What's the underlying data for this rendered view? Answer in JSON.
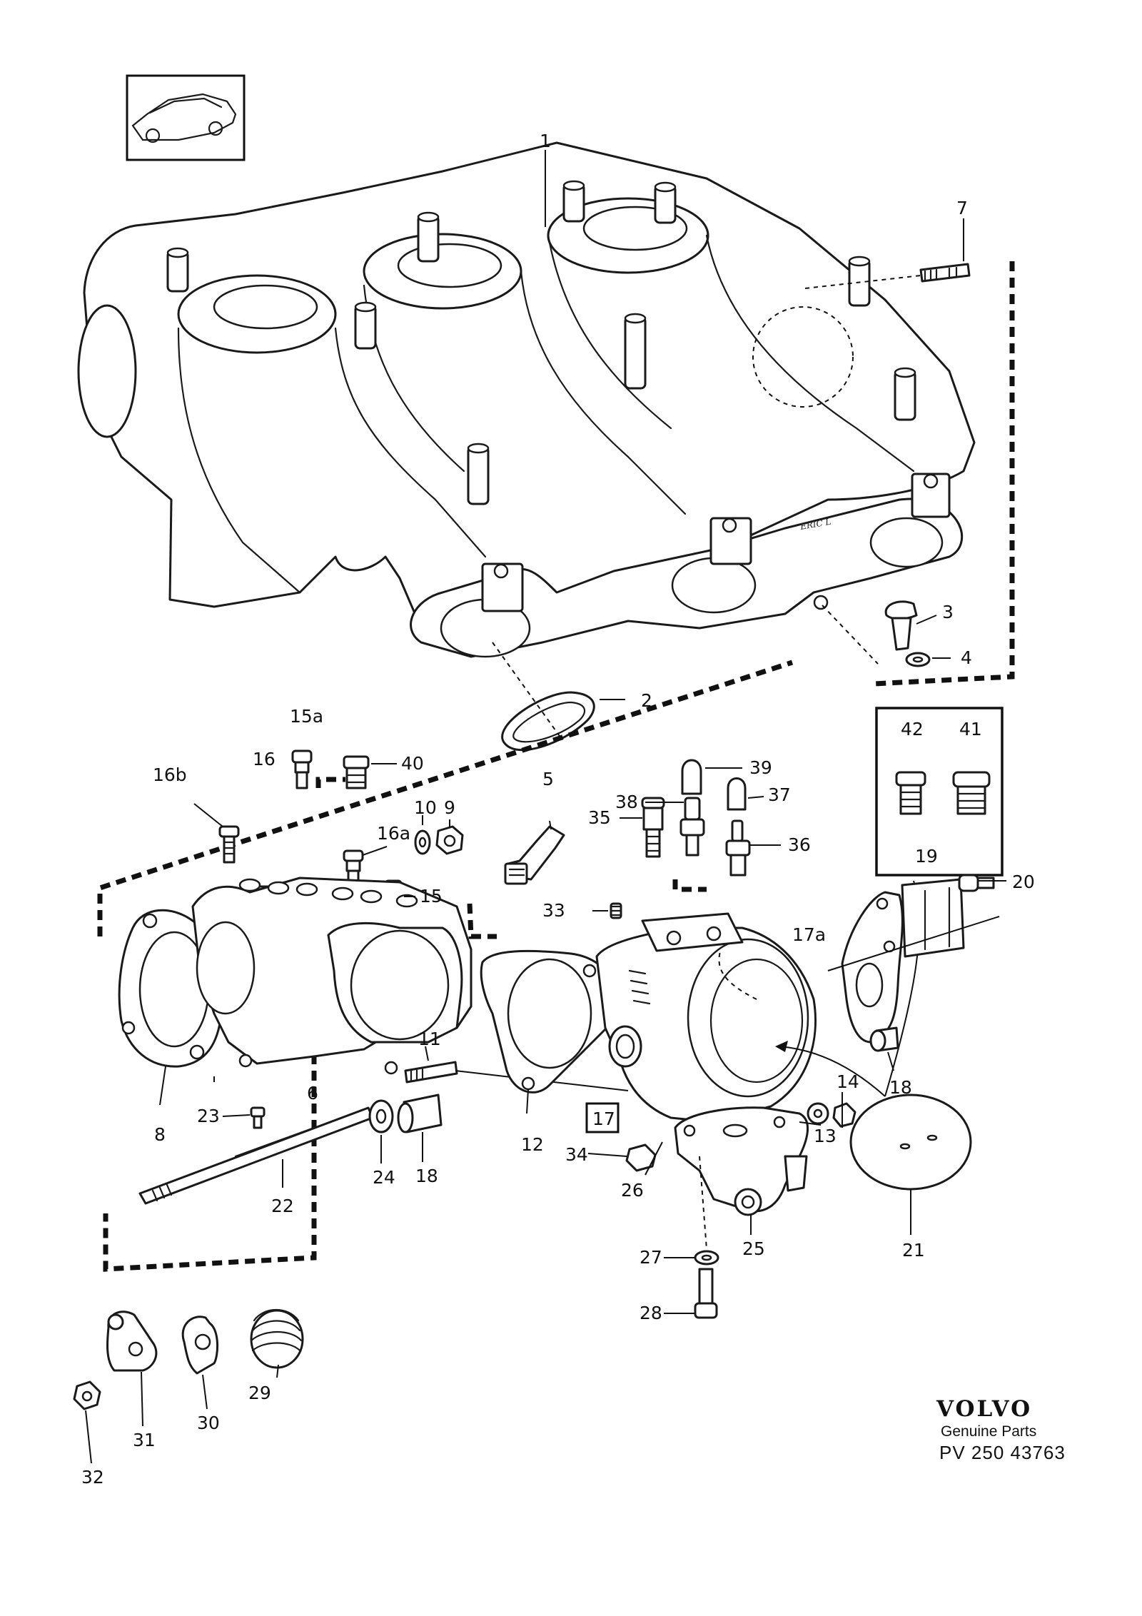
{
  "diagram": {
    "brand": "VOLVO",
    "subtitle": "Genuine Parts",
    "part_number": "PV 250 43763",
    "illustrator_signature": "ERIC L",
    "vehicle_icon": "car-sedan-icon",
    "boxed_group": [
      "42",
      "41"
    ],
    "boxed_callout": "17",
    "callouts": [
      "1",
      "2",
      "3",
      "4",
      "5",
      "6",
      "7",
      "8",
      "9",
      "10",
      "11",
      "12",
      "13",
      "14",
      "15",
      "15a",
      "16",
      "16a",
      "16b",
      "17a",
      "18",
      "18",
      "19",
      "20",
      "21",
      "22",
      "23",
      "24",
      "25",
      "26",
      "27",
      "28",
      "29",
      "30",
      "31",
      "32",
      "33",
      "34",
      "35",
      "36",
      "37",
      "38",
      "39",
      "40",
      "41",
      "42"
    ]
  }
}
